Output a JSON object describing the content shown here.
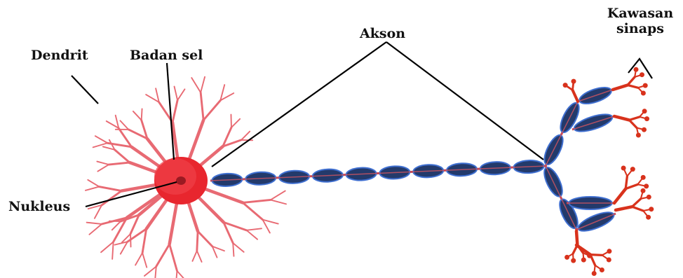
{
  "diagram": {
    "labels": {
      "dendrit": "Dendrit",
      "badan_sel": "Badan sel",
      "akson": "Akson",
      "kawasan_line1": "Kawasan",
      "kawasan_line2": "sinaps",
      "nukleus": "Nukleus"
    },
    "colors": {
      "soma": "#e8262e",
      "dendrite": "#e86a73",
      "nucleus": "#9a1a22",
      "axon_core": "#c43a44",
      "myelin_fill": "#233a6b",
      "myelin_edge": "#3f6fd0",
      "terminal": "#d8321c",
      "leader_line": "#000000"
    }
  }
}
